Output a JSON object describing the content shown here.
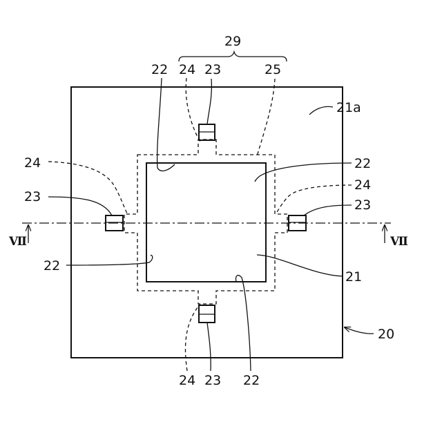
{
  "labels": {
    "group": "29",
    "top_22": "22",
    "top_24": "24",
    "top_23": "23",
    "top_25": "25",
    "surface": "21a",
    "left_24": "24",
    "right_22": "22",
    "right_24": "24",
    "left_23": "23",
    "right_23": "23",
    "left_22": "22",
    "center": "21",
    "outer": "20",
    "bottom_24": "24",
    "bottom_23": "23",
    "bottom_22": "22",
    "section_left": "Ⅶ",
    "section_right": "Ⅶ"
  }
}
